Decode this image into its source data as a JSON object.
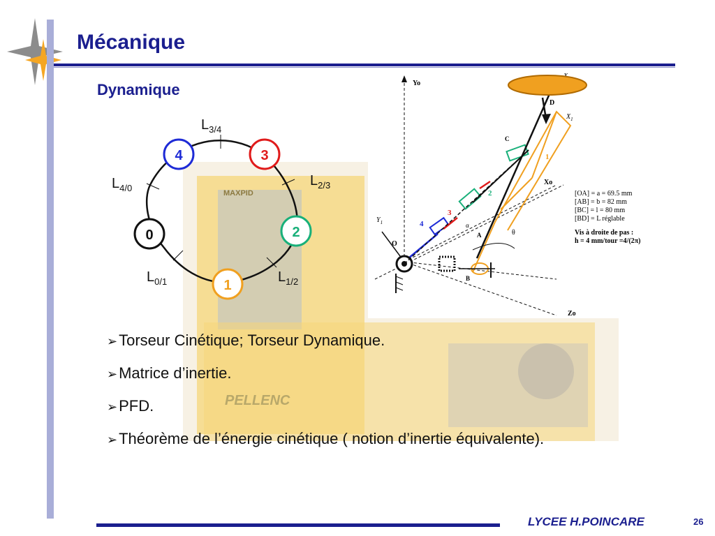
{
  "slide": {
    "title": "Mécanique",
    "subtitle": "Dynamique",
    "footer": "LYCEE H.POINCARE",
    "page_number": "26"
  },
  "graph": {
    "nodes": [
      {
        "label": "4",
        "color": "#1e2bd6"
      },
      {
        "label": "3",
        "color": "#e01b1b"
      },
      {
        "label": "2",
        "color": "#19b07a"
      },
      {
        "label": "1",
        "color": "#f0a020"
      },
      {
        "label": "0",
        "color": "#111111"
      }
    ],
    "links": [
      {
        "main": "L",
        "sub": "3/4"
      },
      {
        "main": "L",
        "sub": "2/3"
      },
      {
        "main": "L",
        "sub": "4/0"
      },
      {
        "main": "L",
        "sub": "0/1"
      },
      {
        "main": "L",
        "sub": "1/2"
      }
    ]
  },
  "mechanism": {
    "axes": {
      "yo": "Yo",
      "xo": "Xo",
      "zo": "Zo",
      "x1": "X",
      "x1_sub": "1",
      "x2": "X",
      "x2_sub": "2",
      "y1": "Y",
      "y1_sub": "1"
    },
    "points": {
      "o": "O",
      "a": "A",
      "b": "B",
      "c": "C",
      "d": "D"
    },
    "angles": {
      "theta": "θ",
      "alpha": "α"
    },
    "part_numbers": [
      "1",
      "2",
      "3",
      "4"
    ],
    "dimensions": [
      "[OA] = a = 69.5 mm",
      "[AB] = b = 82 mm",
      "[BC] = l = 80 mm",
      "[BD] = L  réglable"
    ],
    "screw_title": "Vis à droite de pas :",
    "screw_value": "h = 4 mm/tour =4/(2π)"
  },
  "photo": {
    "brand1": "MAXPID",
    "brand2": "PELLENC"
  },
  "bullets": [
    "Torseur Cinétique; Torseur Dynamique.",
    "Matrice d’inertie.",
    "PFD.",
    "Théorème de l’énergie cinétique ( notion d’inertie équivalente)."
  ],
  "colors": {
    "accent": "#1b1f8f",
    "left_bar": "#a9aed8",
    "star_gray": "#8c8c8c",
    "star_orange": "#f5a623",
    "photo_yellow": "#f6d67a"
  }
}
